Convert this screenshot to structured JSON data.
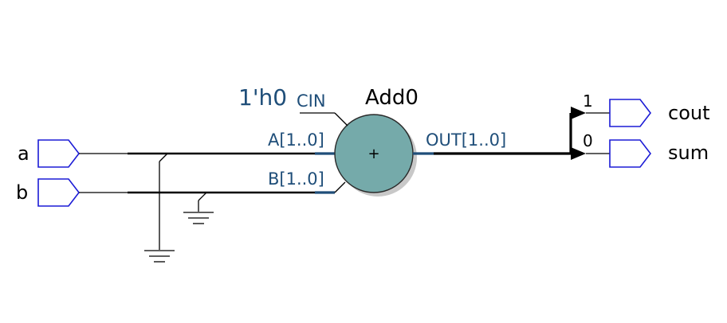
{
  "inputs": [
    {
      "name": "a"
    },
    {
      "name": "b"
    }
  ],
  "outputs": [
    {
      "name": "cout",
      "bit": "1"
    },
    {
      "name": "sum",
      "bit": "0"
    }
  ],
  "adder": {
    "instance": "Add0",
    "symbol": "+",
    "pin_a": "A[1..0]",
    "pin_b": "B[1..0]",
    "pin_cin": "CIN",
    "pin_out": "OUT[1..0]",
    "cin_value": "1'h0"
  },
  "colors": {
    "port_stroke": "#1b1bd6",
    "wire": "#000000",
    "bus": "#1f4e79",
    "adder_fill": "#75aaaa",
    "adder_shadow": "#c8c8c8",
    "pin_text": "#1f4e79"
  }
}
